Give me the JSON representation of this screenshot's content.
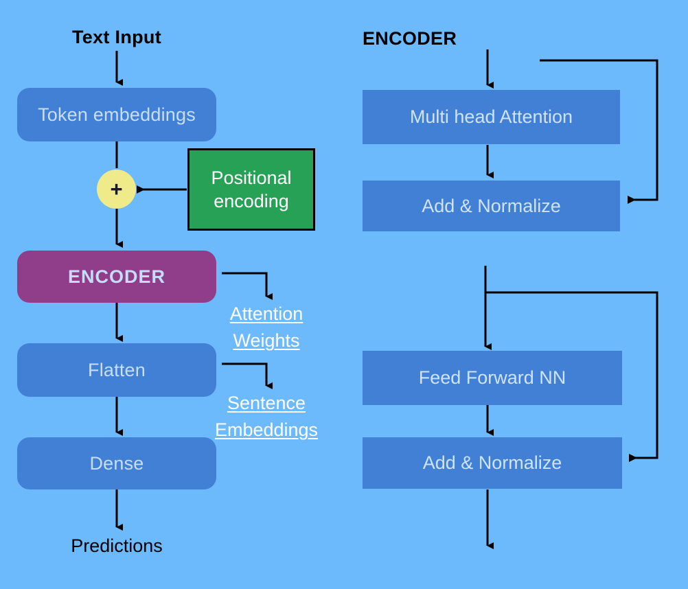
{
  "diagram": {
    "title_left": "Text Input",
    "title_right": "ENCODER",
    "background_color": "#6cb9fb",
    "box_color": "#4180d4",
    "encoder_color": "#903d8a",
    "positional_color": "#27a155",
    "plus_color": "#efeb8a",
    "box_text_color": "#c8def8",
    "annotation_color": "#ffffff",
    "arrow_color": "#000000"
  },
  "left_pipeline": {
    "input_label": "Text Input",
    "output_label": "Predictions",
    "plus_symbol": "+",
    "positional": {
      "line1": "Positional",
      "line2": "encoding"
    },
    "nodes": [
      {
        "id": "token-embeddings",
        "label": "Token embeddings",
        "shape": "rounded",
        "color": "#4180d4"
      },
      {
        "id": "encoder",
        "label": "ENCODER",
        "shape": "rounded",
        "color": "#903d8a"
      },
      {
        "id": "flatten",
        "label": "Flatten",
        "shape": "rounded",
        "color": "#4180d4"
      },
      {
        "id": "dense",
        "label": "Dense",
        "shape": "rounded",
        "color": "#4180d4"
      }
    ],
    "annotations": [
      {
        "id": "attention-weights",
        "line1": "Attention",
        "line2": "Weights",
        "source": "encoder"
      },
      {
        "id": "sentence-embeddings",
        "line1": "Sentence",
        "line2": "Embeddings",
        "source": "flatten"
      }
    ]
  },
  "right_pipeline": {
    "heading": "ENCODER",
    "nodes": [
      {
        "id": "multi-head-attention",
        "label": "Multi head Attention",
        "shape": "rect",
        "color": "#4180d4"
      },
      {
        "id": "add-normalize-1",
        "label": "Add & Normalize",
        "shape": "rect",
        "color": "#4180d4"
      },
      {
        "id": "feed-forward-nn",
        "label": "Feed Forward NN",
        "shape": "rect",
        "color": "#4180d4"
      },
      {
        "id": "add-normalize-2",
        "label": "Add & Normalize",
        "shape": "rect",
        "color": "#4180d4"
      }
    ],
    "residual_connections": [
      {
        "id": "residual-1",
        "from": "encoder-input",
        "to": "add-normalize-1"
      },
      {
        "id": "residual-2",
        "from": "add-normalize-1-output",
        "to": "add-normalize-2"
      }
    ]
  }
}
